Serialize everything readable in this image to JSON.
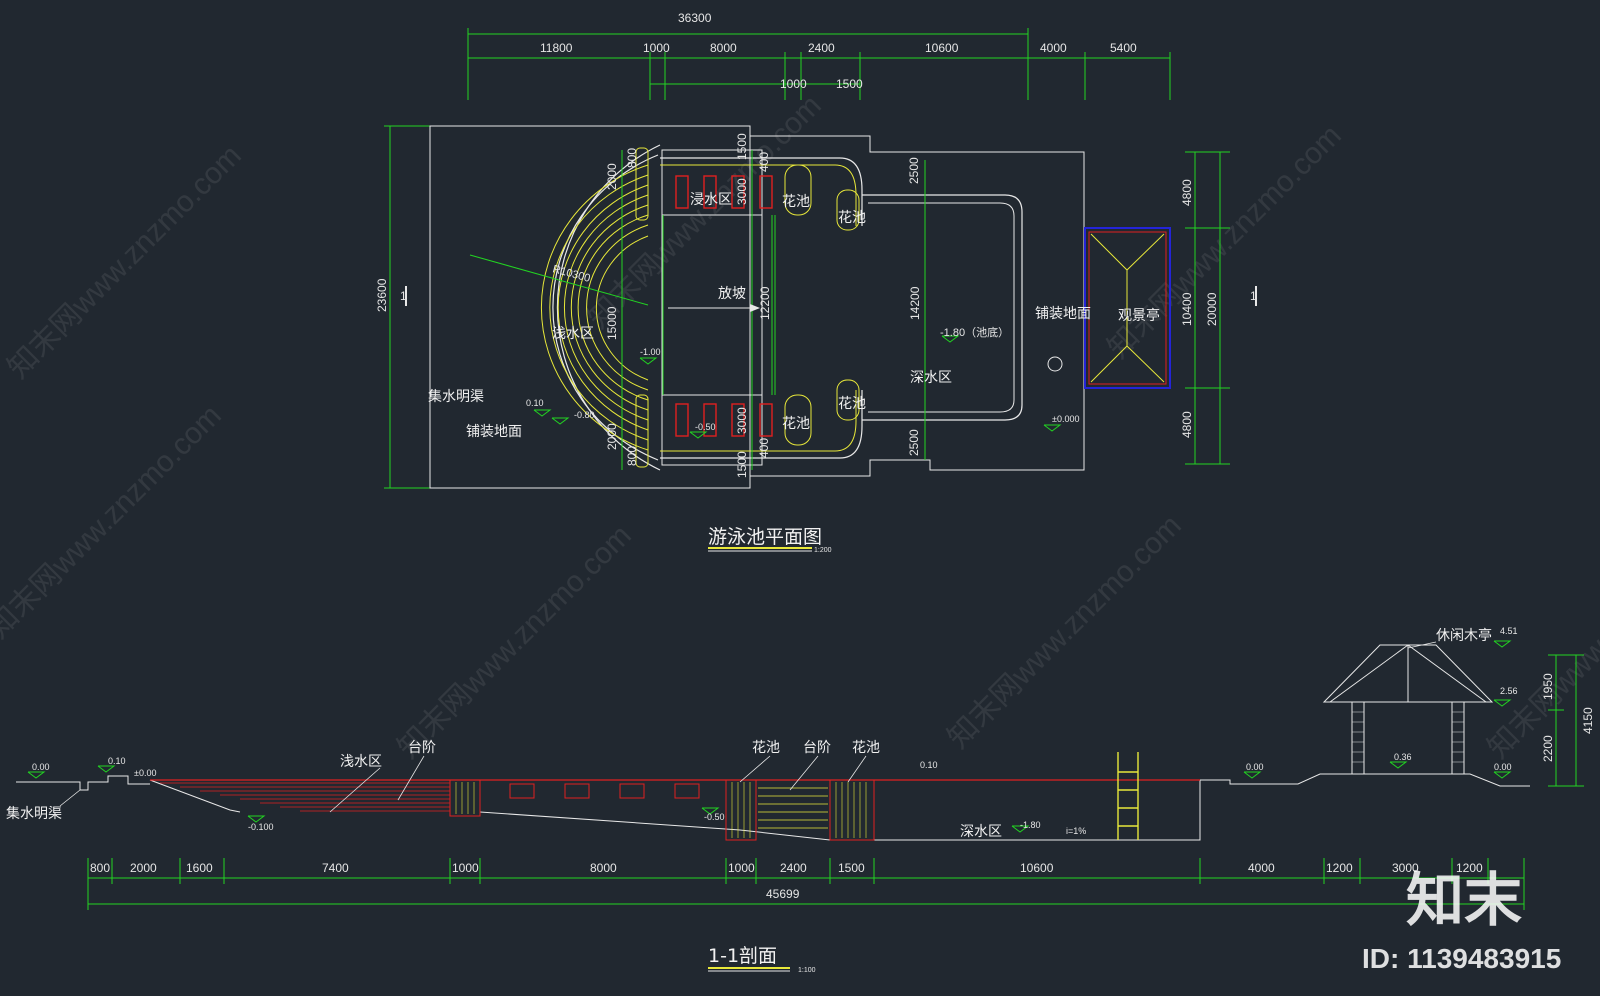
{
  "plan": {
    "title": "游泳池平面图",
    "scale": "1:200",
    "labels": {
      "wade": "浸水区",
      "flower1": "花池",
      "flower2": "花池",
      "flower3": "花池",
      "flower4": "花池",
      "ramp": "放坡",
      "shallow": "浅水区",
      "deep": "深水区",
      "pavingRight": "铺装地面",
      "pavingLeft": "铺装地面",
      "drain": "集水明渠",
      "pavilion": "观景亭",
      "poolBottom": "-1.80（池底）",
      "radius": "R10300",
      "section_mark_left": "1",
      "section_mark_right": "1",
      "lv_ramp": "-1.00",
      "lv_050": "-0.50",
      "lv_010": "0.10",
      "lv_080": "-0.80",
      "lv_000": "±0.000"
    },
    "top_total": "36300",
    "top_dims": [
      "11800",
      "1000",
      "8000",
      "2400",
      "10600",
      "4000",
      "5400"
    ],
    "sub_dims": [
      "1000",
      "1500"
    ],
    "left_dim": "23600",
    "right_dims": [
      "4800",
      "10400",
      "4800"
    ],
    "right_total": "20000",
    "inner_v": [
      "15000",
      "12200",
      "14200"
    ],
    "small_dims": [
      "2000",
      "3000",
      "1500",
      "400",
      "2500",
      "800"
    ]
  },
  "section": {
    "title": "1-1剖面",
    "scale": "1:100",
    "labels": {
      "shallow": "浅水区",
      "steps1": "台阶",
      "flower1": "花池",
      "steps2": "台阶",
      "flower2": "花池",
      "deep": "深水区",
      "drain": "集水明渠",
      "pavilion": "休闲木亭",
      "lv_000a": "0.00",
      "lv_010": "0.10",
      "lv_000b": "±0.00",
      "lv_0100": "-0.100",
      "lv_050": "-0.50",
      "lv_010b": "0.10",
      "lv_180": "-1.80",
      "slope": "i=1%",
      "lv_000c": "0.00",
      "lv_036": "0.36",
      "lv_000d": "0.00",
      "lv_451": "4.51",
      "lv_256": "2.56"
    },
    "bottom_dims": [
      "800",
      "2000",
      "1600",
      "7400",
      "1000",
      "8000",
      "1000",
      "2400",
      "1500",
      "10600",
      "4000",
      "1200",
      "3000",
      "1200"
    ],
    "bottom_total": "45699",
    "right_dims": [
      "1950",
      "2200"
    ],
    "right_total": "4150"
  },
  "watermark": "知末网www.znzmo.com",
  "brand": {
    "logo": "知末",
    "id": "ID: 1139483915"
  },
  "colors": {
    "background": "#212830",
    "dim": "#22d322",
    "yellow": "#e8e83a",
    "white": "#e8e8e8",
    "red": "#e02020",
    "blue": "#2424d8"
  }
}
